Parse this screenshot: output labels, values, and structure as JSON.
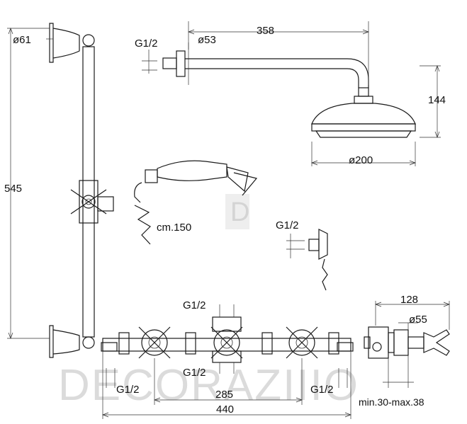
{
  "labels": {
    "wall_bracket_diameter": "ø61",
    "rail_height": "545",
    "arm_thread": "G1/2",
    "arm_flange_diameter": "ø53",
    "arm_length": "358",
    "head_height": "144",
    "head_diameter": "ø200",
    "hose_length": "cm.150",
    "outlet_thread": "G1/2",
    "top_inlet_thread": "G1/2",
    "middle_outlet_thread": "G1/2",
    "left_inlet_thread": "G1/2",
    "right_inlet_thread": "G1/2",
    "handle_spacing": "285",
    "total_width": "440",
    "valve_depth": "128",
    "escutcheon_diameter": "ø55",
    "wall_depth_range": "min.30-max.38"
  },
  "watermark": {
    "text": "DECORAZIIIO",
    "logo_letter": "D"
  }
}
